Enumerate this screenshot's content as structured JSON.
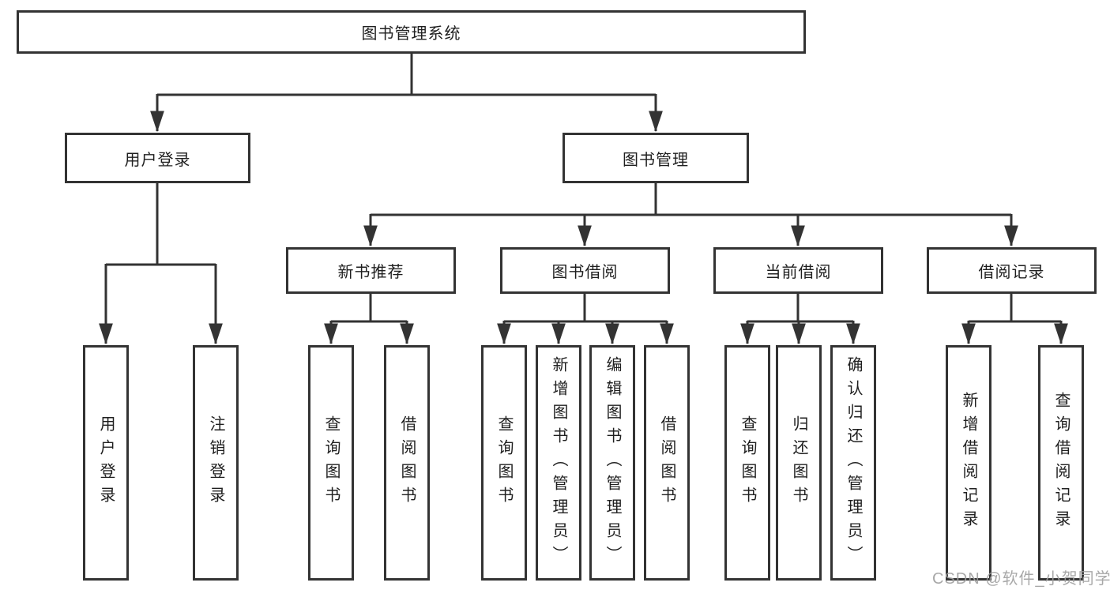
{
  "diagram_type": "hierarchy-tree",
  "colors": {
    "line": "#333333",
    "node_border": "#333333",
    "node_fill": "#ffffff",
    "text": "#1f1f1f",
    "watermark": "#9e9e9e",
    "background": "#ffffff"
  },
  "watermark": "CSDN @软件_小贺同学",
  "tree": {
    "label": "图书管理系统",
    "children": [
      {
        "label": "用户登录",
        "children": [
          {
            "label": "用户登录"
          },
          {
            "label": "注销登录"
          }
        ]
      },
      {
        "label": "图书管理",
        "children": [
          {
            "label": "新书推荐",
            "children": [
              {
                "label": "查询图书"
              },
              {
                "label": "借阅图书"
              }
            ]
          },
          {
            "label": "图书借阅",
            "children": [
              {
                "label": "查询图书"
              },
              {
                "label": "新增图书（管理员）"
              },
              {
                "label": "编辑图书（管理员）"
              },
              {
                "label": "借阅图书"
              }
            ]
          },
          {
            "label": "当前借阅",
            "children": [
              {
                "label": "查询图书"
              },
              {
                "label": "归还图书"
              },
              {
                "label": "确认归还（管理员）"
              }
            ]
          },
          {
            "label": "借阅记录",
            "children": [
              {
                "label": "新增借阅记录"
              },
              {
                "label": "查询借阅记录"
              }
            ]
          }
        ]
      }
    ]
  }
}
